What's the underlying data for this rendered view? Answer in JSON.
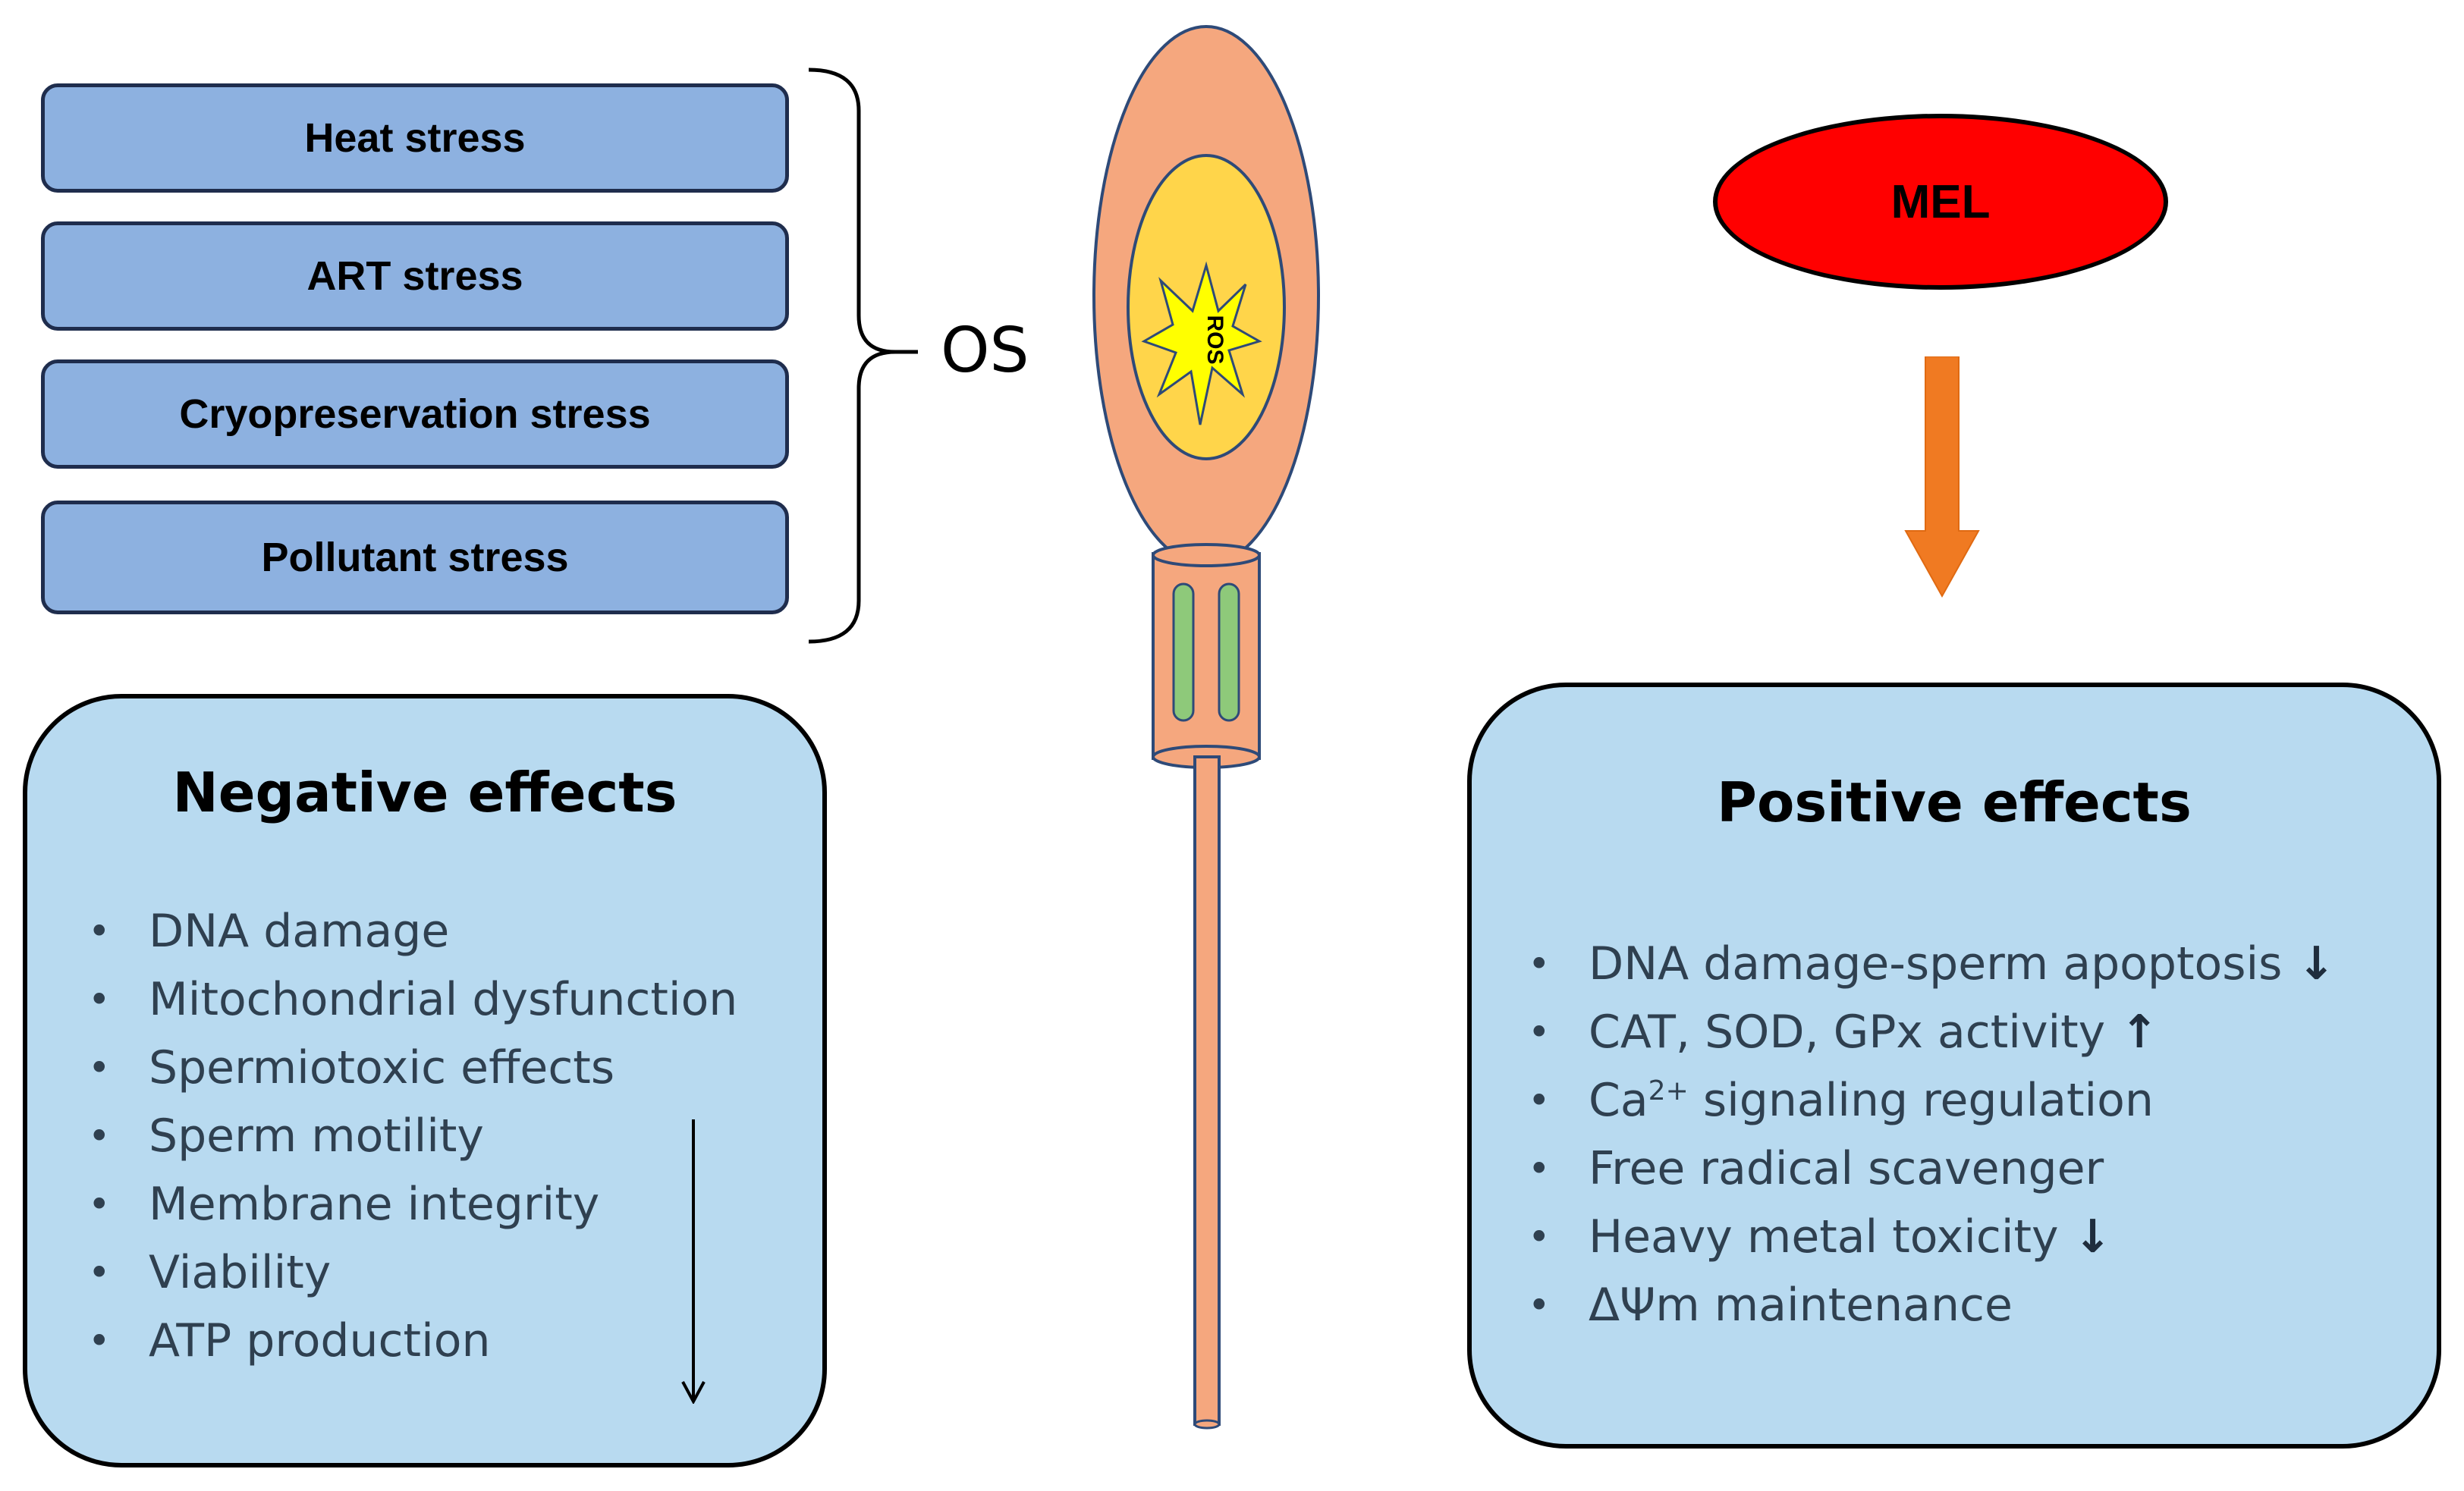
{
  "stressors": [
    "Heat stress",
    "ART stress",
    "Cryopreservation stress",
    "Pollutant stress"
  ],
  "os_label": "OS",
  "sperm": {
    "ros_label": "ROS"
  },
  "mel_label": "MEL",
  "colors": {
    "stress_box": "#8db1e0",
    "effects_box": "#b8daf0",
    "sperm_body": "#f5a77e",
    "nucleus": "#ffd54a",
    "ros_burst": "#ffff00",
    "mitochondria": "#8ec97a",
    "mel": "#ff0000",
    "arrow": "#f07a22"
  },
  "negative": {
    "title": "Negative effects",
    "items": [
      "DNA damage",
      "Mitochondrial dysfunction",
      "Spermiotoxic effects",
      "Sperm motility",
      "Membrane integrity",
      "Viability",
      "ATP production"
    ],
    "icon": "long-down-arrow"
  },
  "positive": {
    "title": "Positive effects",
    "items": [
      {
        "pre": "DNA damage-sperm apoptosis",
        "sup": "",
        "post": "",
        "arrow": "↓"
      },
      {
        "pre": "CAT, SOD, GPx activity",
        "sup": "",
        "post": "",
        "arrow": "↑"
      },
      {
        "pre": "Ca",
        "sup": "2+",
        "post": " signaling regulation",
        "arrow": ""
      },
      {
        "pre": "Free radical scavenger",
        "sup": "",
        "post": "",
        "arrow": ""
      },
      {
        "pre": "Heavy metal toxicity",
        "sup": "",
        "post": "",
        "arrow": "↓"
      },
      {
        "pre": "ΔΨm maintenance",
        "sup": "",
        "post": "",
        "arrow": ""
      }
    ]
  }
}
